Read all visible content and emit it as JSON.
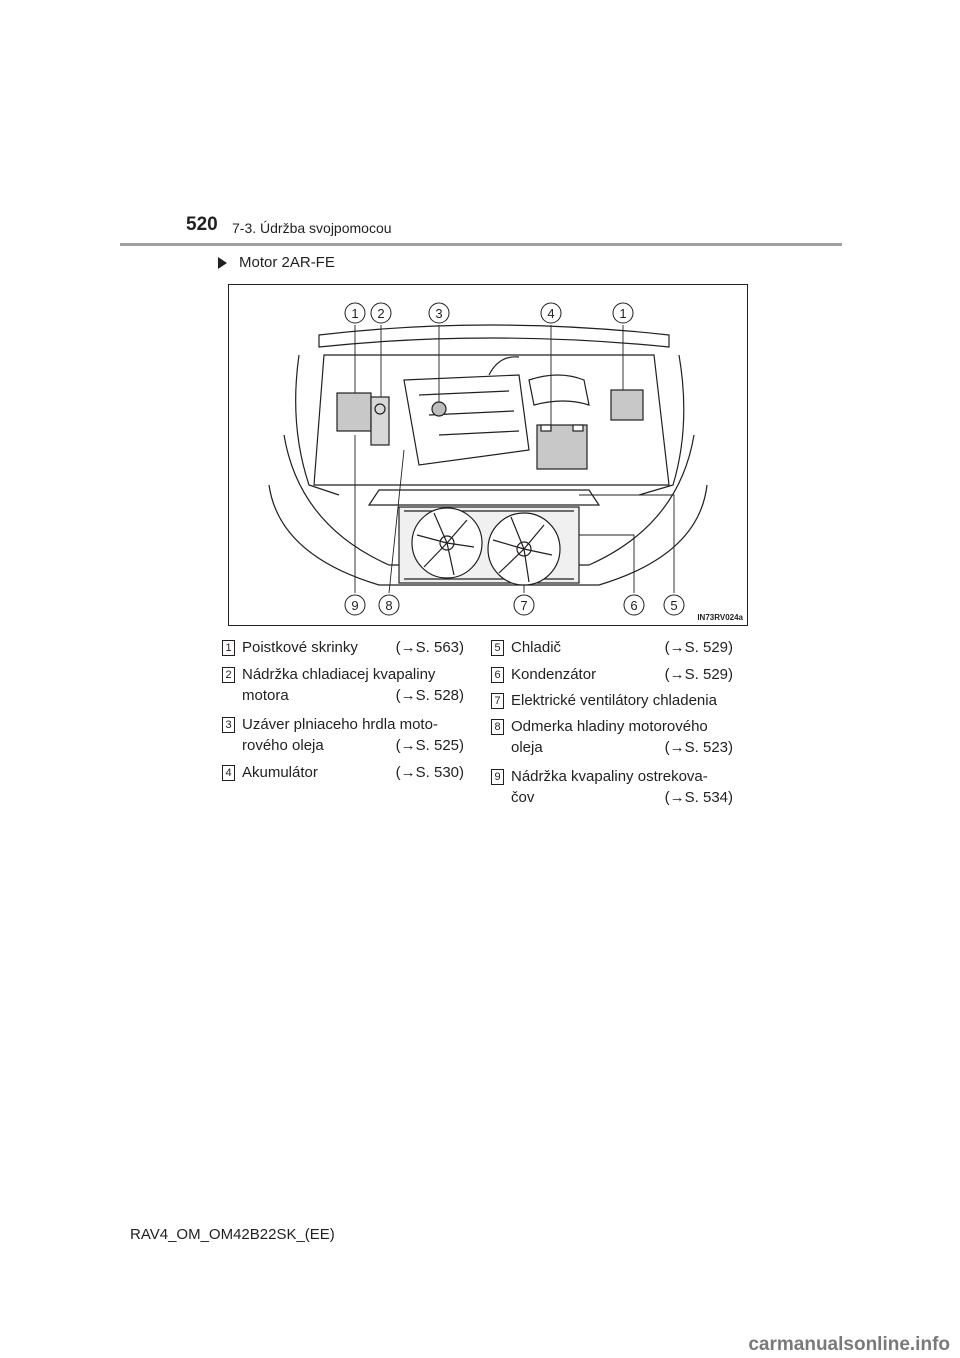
{
  "header": {
    "page_number": "520",
    "section": "7-3. Údržba svojpomocou"
  },
  "subheading": "Motor 2AR-FE",
  "figure": {
    "code": "IN73RV024a",
    "callouts": [
      "1",
      "2",
      "3",
      "4",
      "1",
      "9",
      "8",
      "7",
      "6",
      "5"
    ]
  },
  "legend": [
    {
      "num": "1",
      "lines": [
        "Poistkové skrinky"
      ],
      "ref": "(→S. 563)"
    },
    {
      "num": "2",
      "lines": [
        "Nádržka chladiacej kvapaliny",
        "motora"
      ],
      "ref": "(→S. 528)"
    },
    {
      "num": "3",
      "lines": [
        "Uzáver plniaceho hrdla moto-",
        "rového oleja"
      ],
      "ref": "(→S. 525)"
    },
    {
      "num": "4",
      "lines": [
        "Akumulátor"
      ],
      "ref": "(→S. 530)"
    },
    {
      "num": "5",
      "lines": [
        "Chladič"
      ],
      "ref": "(→S. 529)"
    },
    {
      "num": "6",
      "lines": [
        "Kondenzátor"
      ],
      "ref": "(→S. 529)"
    },
    {
      "num": "7",
      "lines": [
        "Elektrické ventilátory chladenia"
      ],
      "ref": ""
    },
    {
      "num": "8",
      "lines": [
        "Odmerka hladiny motorového",
        "oleja"
      ],
      "ref": "(→S. 523)"
    },
    {
      "num": "9",
      "lines": [
        "Nádržka kvapaliny ostrekova-",
        "čov"
      ],
      "ref": "(→S. 534)"
    }
  ],
  "footer": "RAV4_OM_OM42B22SK_(EE)",
  "watermark": "carmanualsonline.info"
}
